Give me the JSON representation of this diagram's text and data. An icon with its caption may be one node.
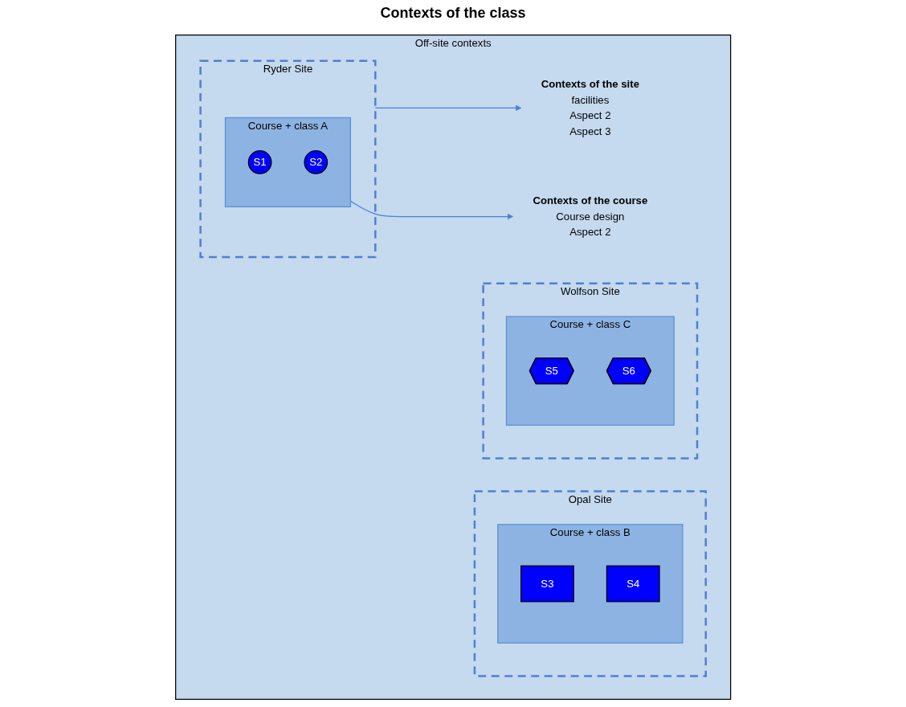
{
  "diagram": {
    "nodes": [
      {
        "text": [
          "Off-site contexts"
        ]
      },
      {
        "text": [
          "Ryder Site"
        ],
        "in": 0
      },
      {
        "text": [
          "Course + class A"
        ],
        "in": 1
      },
      {
        "text": [
          "S1"
        ],
        "in": 2
      },
      {
        "text": [
          "S2"
        ],
        "in": 2
      },
      {
        "text": [
          "Contexts of the site",
          "facilities",
          "Aspect 2",
          "Aspect 3"
        ],
        "in": 0
      },
      {
        "text": [
          "Contexts of the course",
          "Course design",
          "Aspect 2"
        ],
        "in": 0
      },
      {
        "text": [
          "Opal Site"
        ],
        "in": 0
      },
      {
        "text": [
          "Course + class B"
        ],
        "in": 7
      },
      {
        "text": [
          "S3"
        ],
        "in": 8
      },
      {
        "text": [
          "S4"
        ],
        "in": 8
      },
      {
        "text": [
          "Wolfson Site"
        ],
        "in": 0
      },
      {
        "text": [
          "Course + class C"
        ],
        "in": 11
      },
      {
        "text": [
          "S5"
        ],
        "in": 12
      },
      {
        "text": [
          "S6"
        ],
        "in": 12
      }
    ],
    "edges": [
      {
        "from": 1,
        "to": 5,
        "arrow": "to"
      },
      {
        "from": 2,
        "to": 6,
        "arrow": "to"
      }
    ],
    "labels": [
      "Contexts of the class"
    ]
  }
}
